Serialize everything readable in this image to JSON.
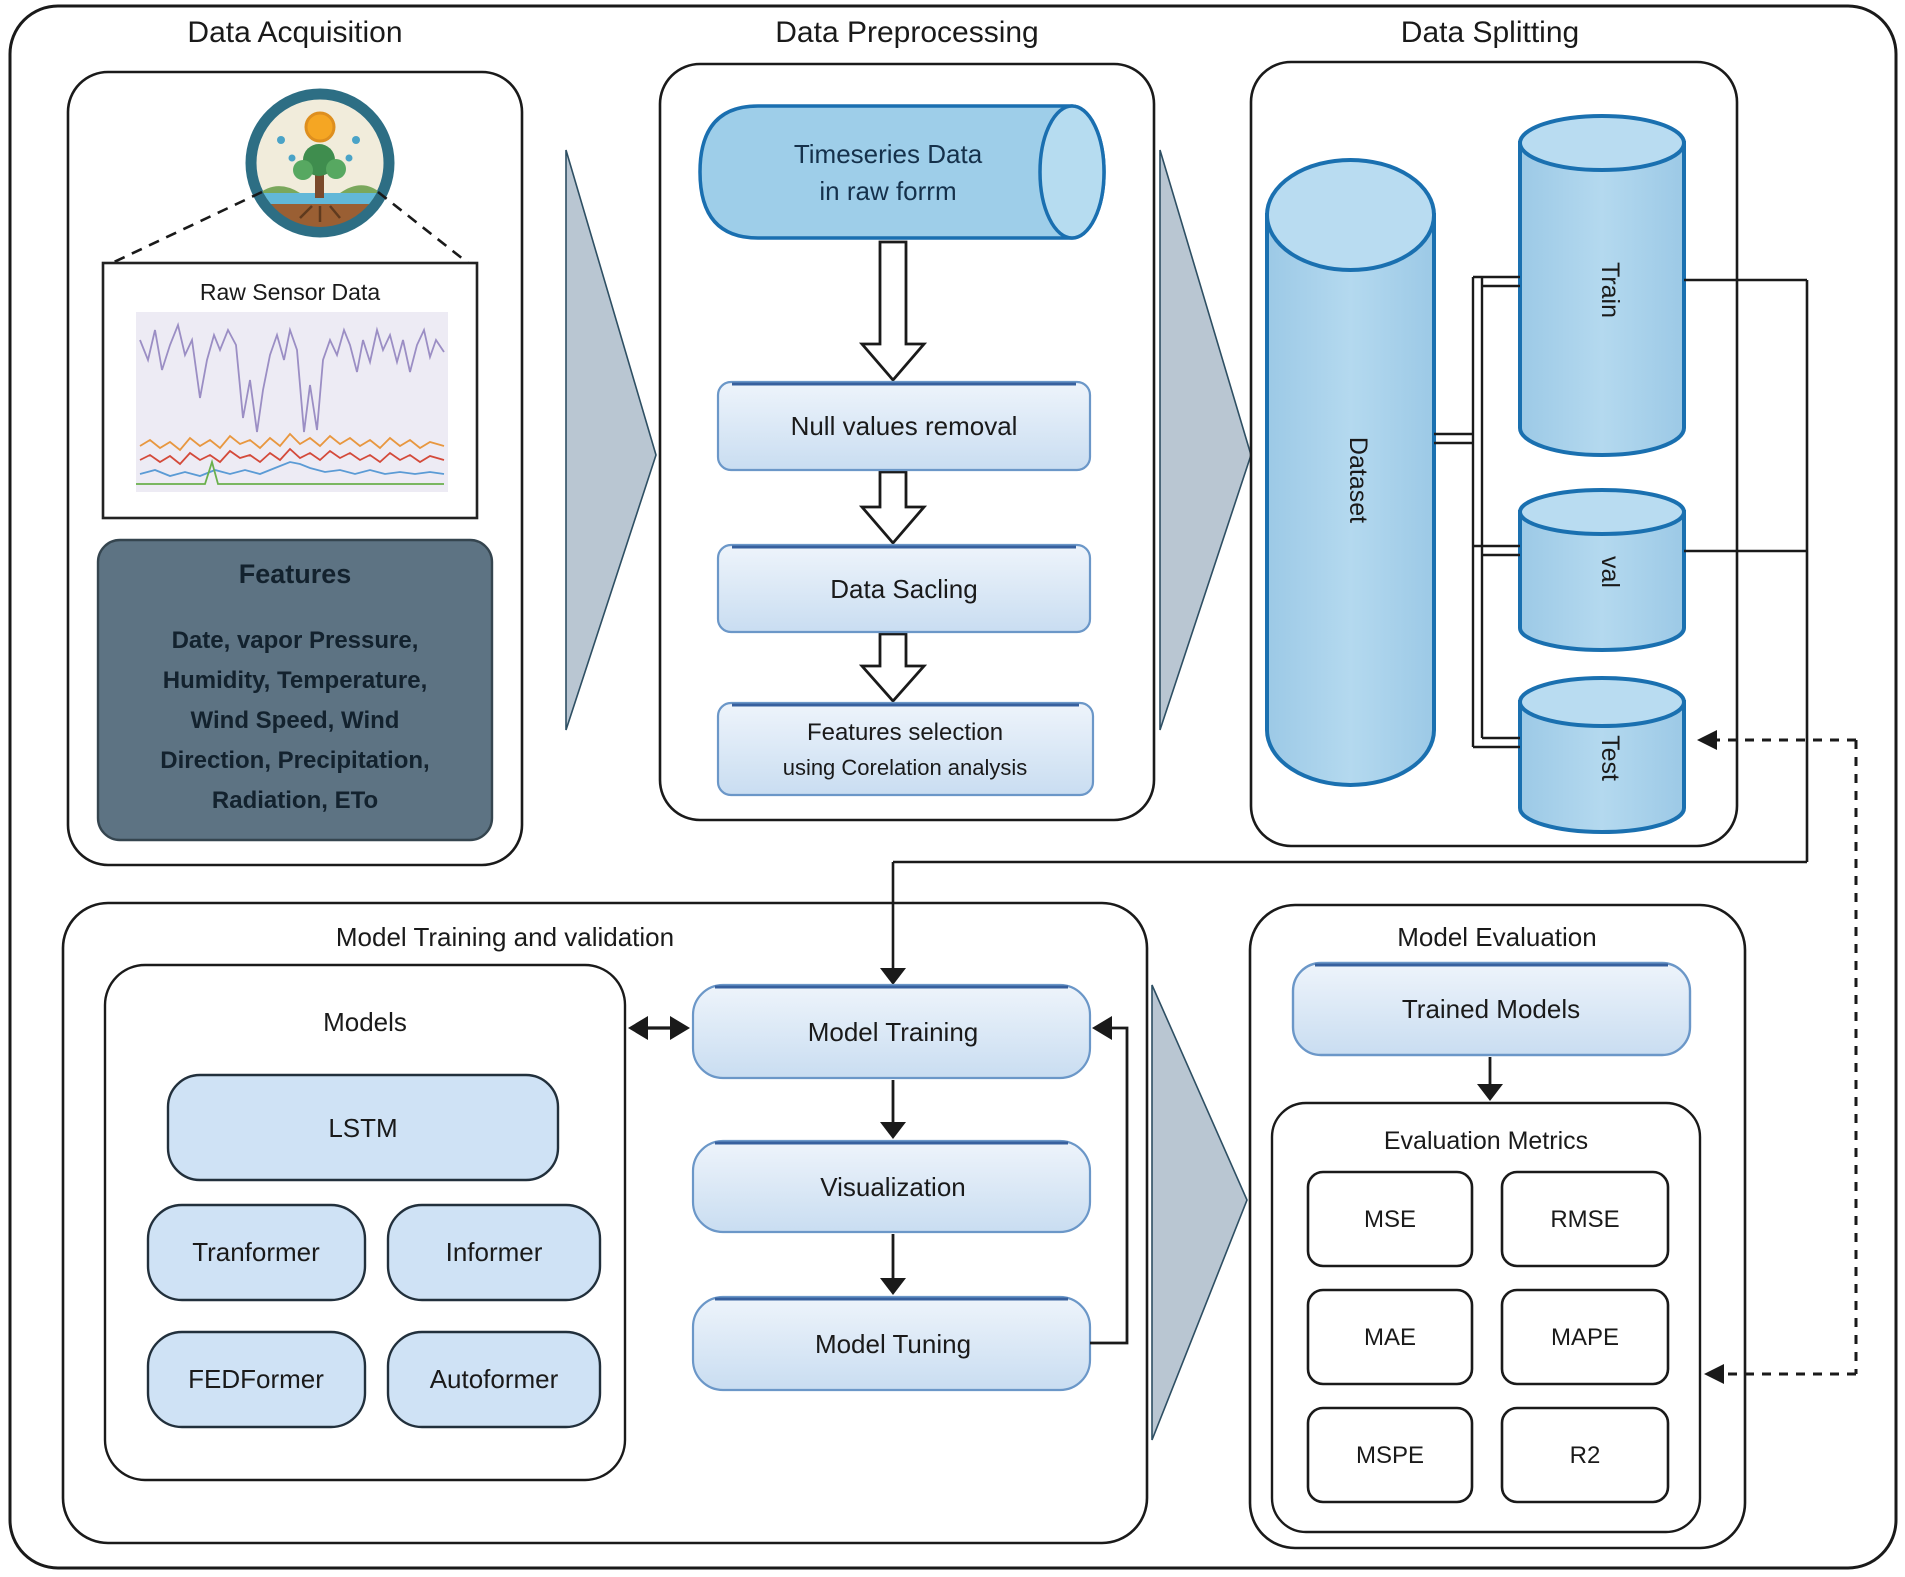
{
  "acquisition": {
    "title": "Data Acquisition",
    "raw_sensor_title": "Raw Sensor Data",
    "logo_icon": "water-cycle-nature-logo",
    "features": {
      "title": "Features",
      "lines": [
        "Date, vapor Pressure,",
        "Humidity, Temperature,",
        "Wind Speed,  Wind",
        "Direction, Precipitation,",
        "Radiation,  ETo"
      ]
    }
  },
  "preprocessing": {
    "title": "Data Preprocessing",
    "cylinder_line1": "Timeseries Data",
    "cylinder_line2": "in raw forrm",
    "step1": "Null values removal",
    "step2": "Data Sacling",
    "step3_line1": "Features selection",
    "step3_line2": "using Corelation analysis"
  },
  "splitting": {
    "title": "Data Splitting",
    "dataset": "Dataset",
    "train": "Train",
    "val": "val",
    "test": "Test"
  },
  "training": {
    "title": "Model Training and validation",
    "models_label": "Models",
    "model1": "LSTM",
    "model2": "Tranformer",
    "model3": "Informer",
    "model4": "FEDFormer",
    "model5": "Autoformer",
    "flow1": "Model Training",
    "flow2": "Visualization",
    "flow3": "Model Tuning"
  },
  "evaluation": {
    "title": "Model Evaluation",
    "trained_models": "Trained Models",
    "metrics_label": "Evaluation Metrics",
    "metrics": [
      "MSE",
      "RMSE",
      "MAE",
      "MAPE",
      "MSPE",
      "R2"
    ]
  },
  "colors": {
    "cylinder_fill": "#a6d0ea",
    "cylinder_stroke": "#1a70b0",
    "process_box_fill": "#d8e6f5",
    "process_box_border": "#4d7fb8",
    "dark_features_box": "#5d7383",
    "triangle_fill": "#b9c6d2",
    "outline": "#1a1a1a"
  }
}
